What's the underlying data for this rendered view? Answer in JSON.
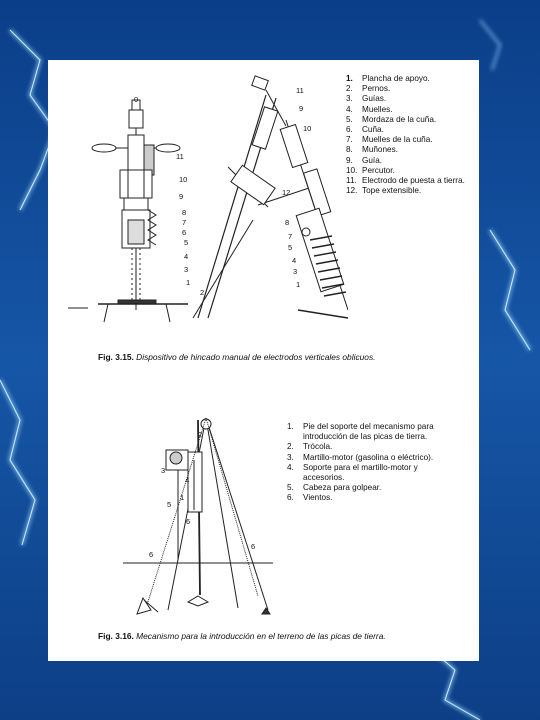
{
  "background": {
    "color": "#0c3f86",
    "accent": "#7fc8ff"
  },
  "figure_315": {
    "legend": [
      {
        "n": "1.",
        "text": "Plancha de apoyo."
      },
      {
        "n": "2.",
        "text": "Pernos."
      },
      {
        "n": "3.",
        "text": "Guías."
      },
      {
        "n": "4.",
        "text": "Muelles."
      },
      {
        "n": "5.",
        "text": "Mordaza de la cuña."
      },
      {
        "n": "6.",
        "text": "Cuña."
      },
      {
        "n": "7.",
        "text": "Muelles de la cuña."
      },
      {
        "n": "8.",
        "text": "Muñones."
      },
      {
        "n": "9.",
        "text": "Guía."
      },
      {
        "n": "10.",
        "text": "Percutor."
      },
      {
        "n": "11.",
        "text": "Electrodo de puesta a tierra."
      },
      {
        "n": "12.",
        "text": "Tope extensible."
      }
    ],
    "caption_label": "Fig. 3.15.",
    "caption_text": "Dispositivo de hincado manual de electrodos verticales oblicuos.",
    "labels_left": [
      "0",
      "11",
      "10",
      "9",
      "8",
      "7",
      "6",
      "5",
      "4",
      "3",
      "1",
      "2"
    ],
    "labels_middle": [
      "11",
      "9",
      "10",
      "12"
    ],
    "labels_right": [
      "8",
      "7",
      "5",
      "4",
      "3",
      "1"
    ]
  },
  "figure_316": {
    "legend": [
      {
        "n": "1.",
        "text": "Pie del soporte del mecanismo para introducción de las picas de tierra."
      },
      {
        "n": "2.",
        "text": "Trócola."
      },
      {
        "n": "3.",
        "text": "Martillo-motor (gasolina o eléctrico)."
      },
      {
        "n": "4.",
        "text": "Soporte para el martillo-motor y accesorios."
      },
      {
        "n": "5.",
        "text": "Cabeza para golpear."
      },
      {
        "n": "6.",
        "text": "Vientos."
      }
    ],
    "caption_label": "Fig. 3.16.",
    "caption_text": "Mecanismo para la introducción en el terreno de las picas de tierra.",
    "labels": [
      "2",
      "3",
      "4",
      "1",
      "5",
      "6",
      "6",
      "6"
    ]
  }
}
